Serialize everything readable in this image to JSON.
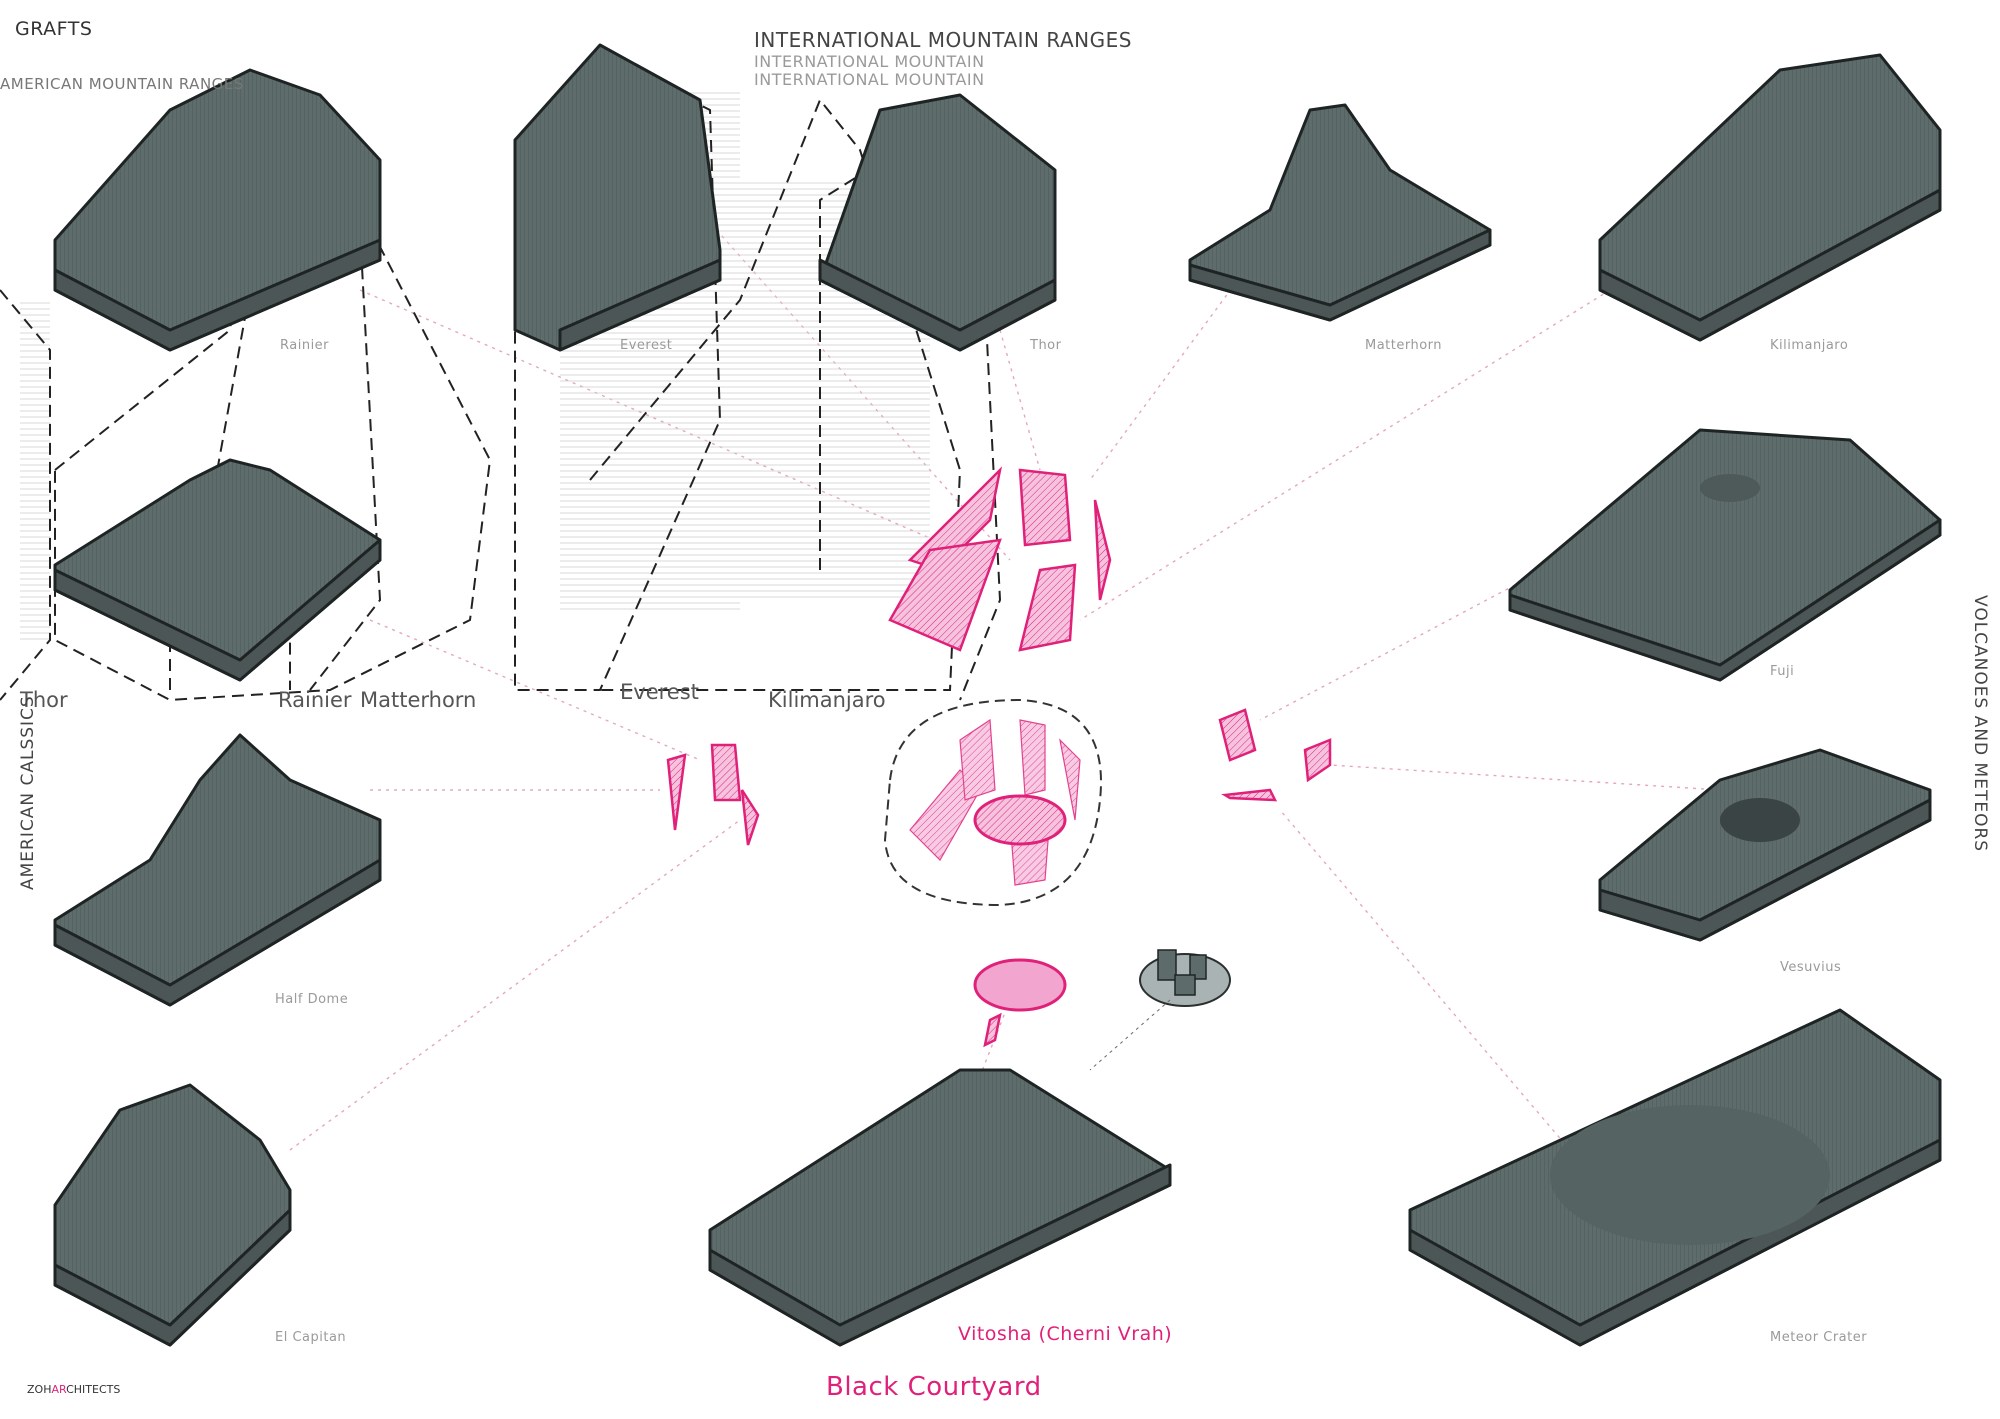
{
  "header": {
    "firm": "GRAFTS",
    "firm_sub": "AMERICAN MOUNTAIN RANGES",
    "international": "INTERNATIONAL MOUNTAIN RANGES",
    "international_ghost_1": "INTERNATIONAL MOUNTAIN",
    "international_ghost_2": "INTERNATIONAL MOUNTAIN"
  },
  "side_labels": {
    "left": "AMERICAN CALSSICS",
    "right": "VOLCANOES AND METEORS"
  },
  "sketch_labels": [
    "Thor",
    "Rainier",
    "Matterhorn",
    "Everest",
    "Kilimanjaro"
  ],
  "mountains": {
    "rainier": "Rainier",
    "everest": "Everest",
    "thor": "Thor",
    "matterhorn": "Matterhorn",
    "kilimanjaro": "Kilimanjaro",
    "fuji": "Fuji",
    "vesuvius": "Vesuvius",
    "meteor_crater": "Meteor Crater",
    "half_dome": "Half Dome",
    "el_capitan": "El Capitan"
  },
  "footer": {
    "vitosha": "Vitosha (Cherni Vrah)",
    "project": "Black Courtyard",
    "credit_a": "ZOH",
    "credit_b": "AR",
    "credit_c": "CHITECTS"
  },
  "colors": {
    "block_fill": "#5e6b6b",
    "block_stroke": "#1e2424",
    "accent_pink": "#e0217a",
    "pink_fill": "#f2a6cf",
    "dashed": "#222222"
  },
  "icons": [
    "mountain-block",
    "pink-fragment",
    "dashed-outline",
    "connector-line"
  ]
}
